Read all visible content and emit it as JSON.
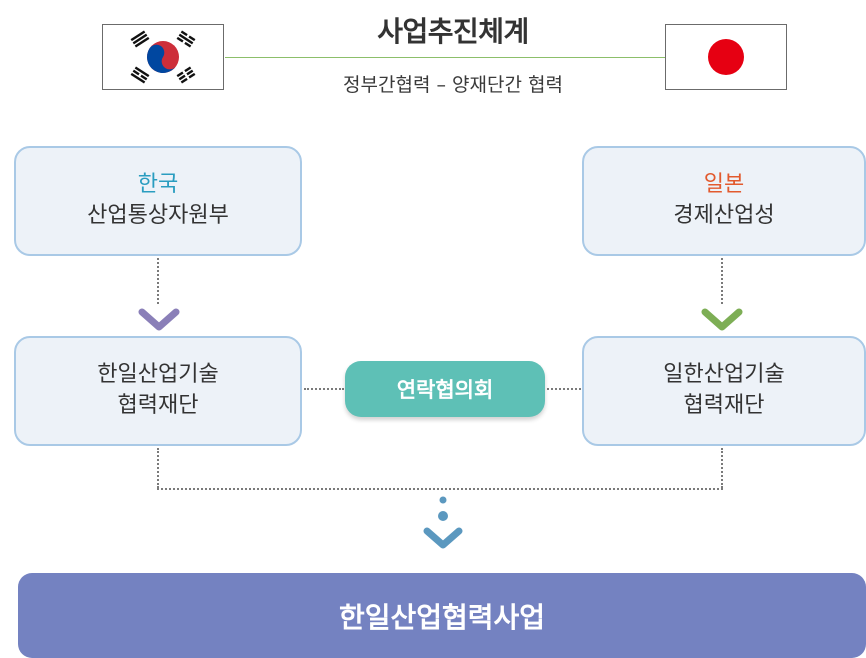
{
  "header": {
    "title": "사업추진체계",
    "subtitle": "정부간협력 – 양재단간 협력"
  },
  "korea": {
    "country": "한국",
    "ministry": "산업통상자원부",
    "foundation_line1": "한일산업기술",
    "foundation_line2": "협력재단"
  },
  "japan": {
    "country": "일본",
    "ministry": "경제산업성",
    "foundation_line1": "일한산업기술",
    "foundation_line2": "협력재단"
  },
  "council": {
    "label": "연락협의회"
  },
  "result": {
    "label": "한일산업협력사업"
  },
  "colors": {
    "korea_accent": "#2a9dc0",
    "japan_accent": "#e25a2e",
    "box_fill": "#edf2f8",
    "box_border": "#a9c9e6",
    "council_fill": "#5ec0b6",
    "result_fill": "#7482c1",
    "korea_arrow": "#8a7fb8",
    "japan_arrow": "#7dae55",
    "down_arrow": "#5b98bf"
  },
  "icons": {
    "korea_flag": "korea-flag-icon",
    "japan_flag": "japan-flag-icon",
    "arrow": "chevron-down-icon"
  }
}
